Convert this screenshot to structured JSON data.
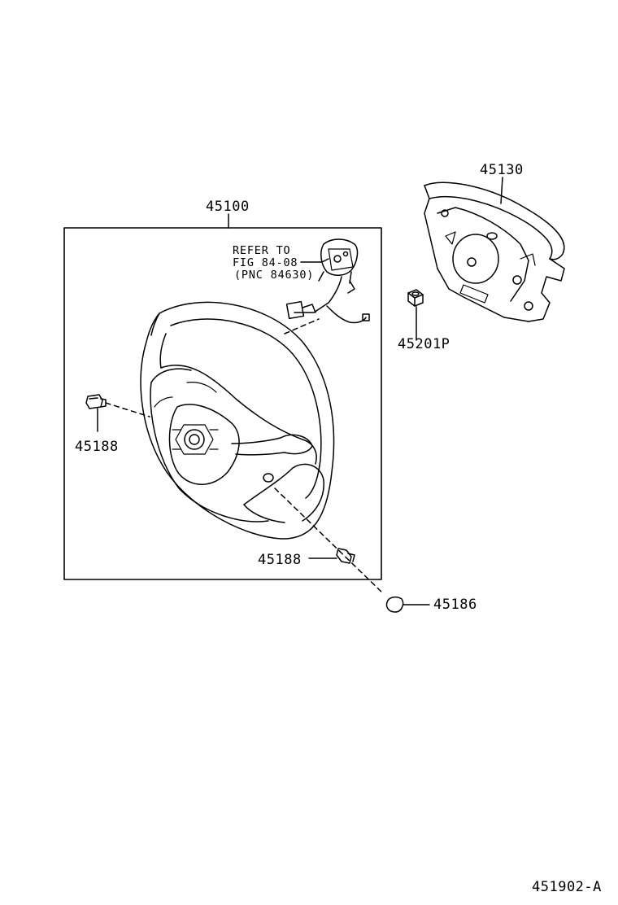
{
  "labels": {
    "wheel_assembly": "45100",
    "airbag_pad": "45130",
    "nut": "45201P",
    "screw_left": "45188",
    "screw_bottom": "45188",
    "cap": "45186",
    "refer_line1": "REFER TO",
    "refer_line2": "FIG 84-08",
    "refer_line3": "(PNC 84630)",
    "figure_code": "451902-A"
  },
  "colors": {
    "line": "#000000",
    "background": "#ffffff"
  }
}
